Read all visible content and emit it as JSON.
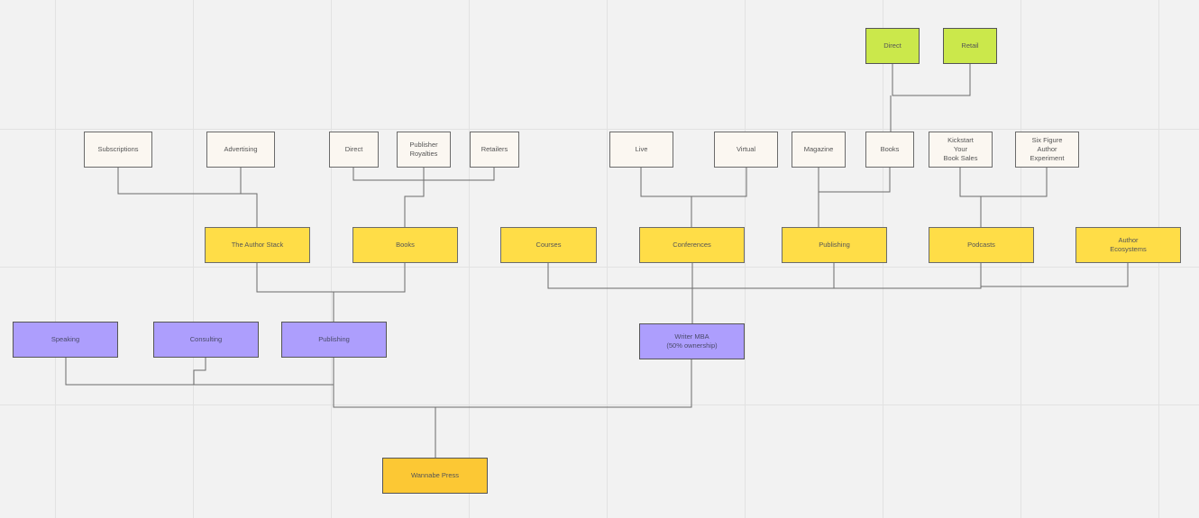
{
  "colors": {
    "cream": "#fbf7f1",
    "yellow": "#ffdd47",
    "purple": "#ad9efd",
    "green": "#cbe84b",
    "orange": "#fcc834",
    "connector": "#6b6b6b"
  },
  "nodes": {
    "direct_books": "Direct",
    "retail": "Retail",
    "subscriptions": "Subscriptions",
    "advertising": "Advertising",
    "direct": "Direct",
    "publisher_royalties": "Publisher\nRoyalties",
    "retailers": "Retailers",
    "live": "Live",
    "virtual": "Virtual",
    "magazine": "Magazine",
    "books_pub": "Books",
    "kickstart": "Kickstart\nYour\nBook Sales",
    "six_figure": "Six Figure\nAuthor\nExperiment",
    "author_stack": "The Author Stack",
    "books": "Books",
    "courses": "Courses",
    "conferences": "Conferences",
    "publishing_wmba": "Publishing",
    "podcasts": "Podcasts",
    "author_ecosystems": "Author\nEcosystems",
    "speaking": "Speaking",
    "consulting": "Consulting",
    "publishing": "Publishing",
    "writer_mba": "Writer MBA\n(50% ownership)",
    "wannabe_press": "Wannabe Press"
  }
}
